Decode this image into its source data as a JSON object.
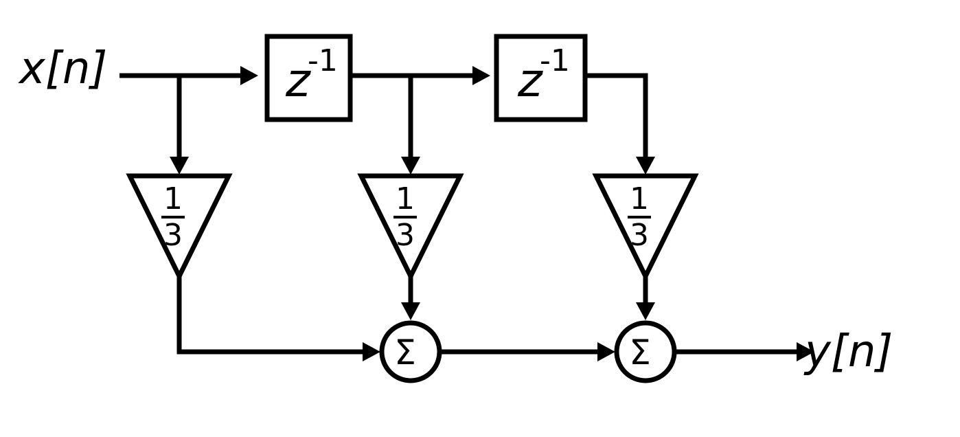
{
  "input_label": "x[n]",
  "output_label": "y[n]",
  "delays": [
    {
      "symbol": "z",
      "exponent": "-1"
    },
    {
      "symbol": "z",
      "exponent": "-1"
    }
  ],
  "gains": [
    {
      "numerator": "1",
      "denominator": "3"
    },
    {
      "numerator": "1",
      "denominator": "3"
    },
    {
      "numerator": "1",
      "denominator": "3"
    }
  ],
  "adders": [
    {
      "symbol": "Σ"
    },
    {
      "symbol": "Σ"
    }
  ]
}
